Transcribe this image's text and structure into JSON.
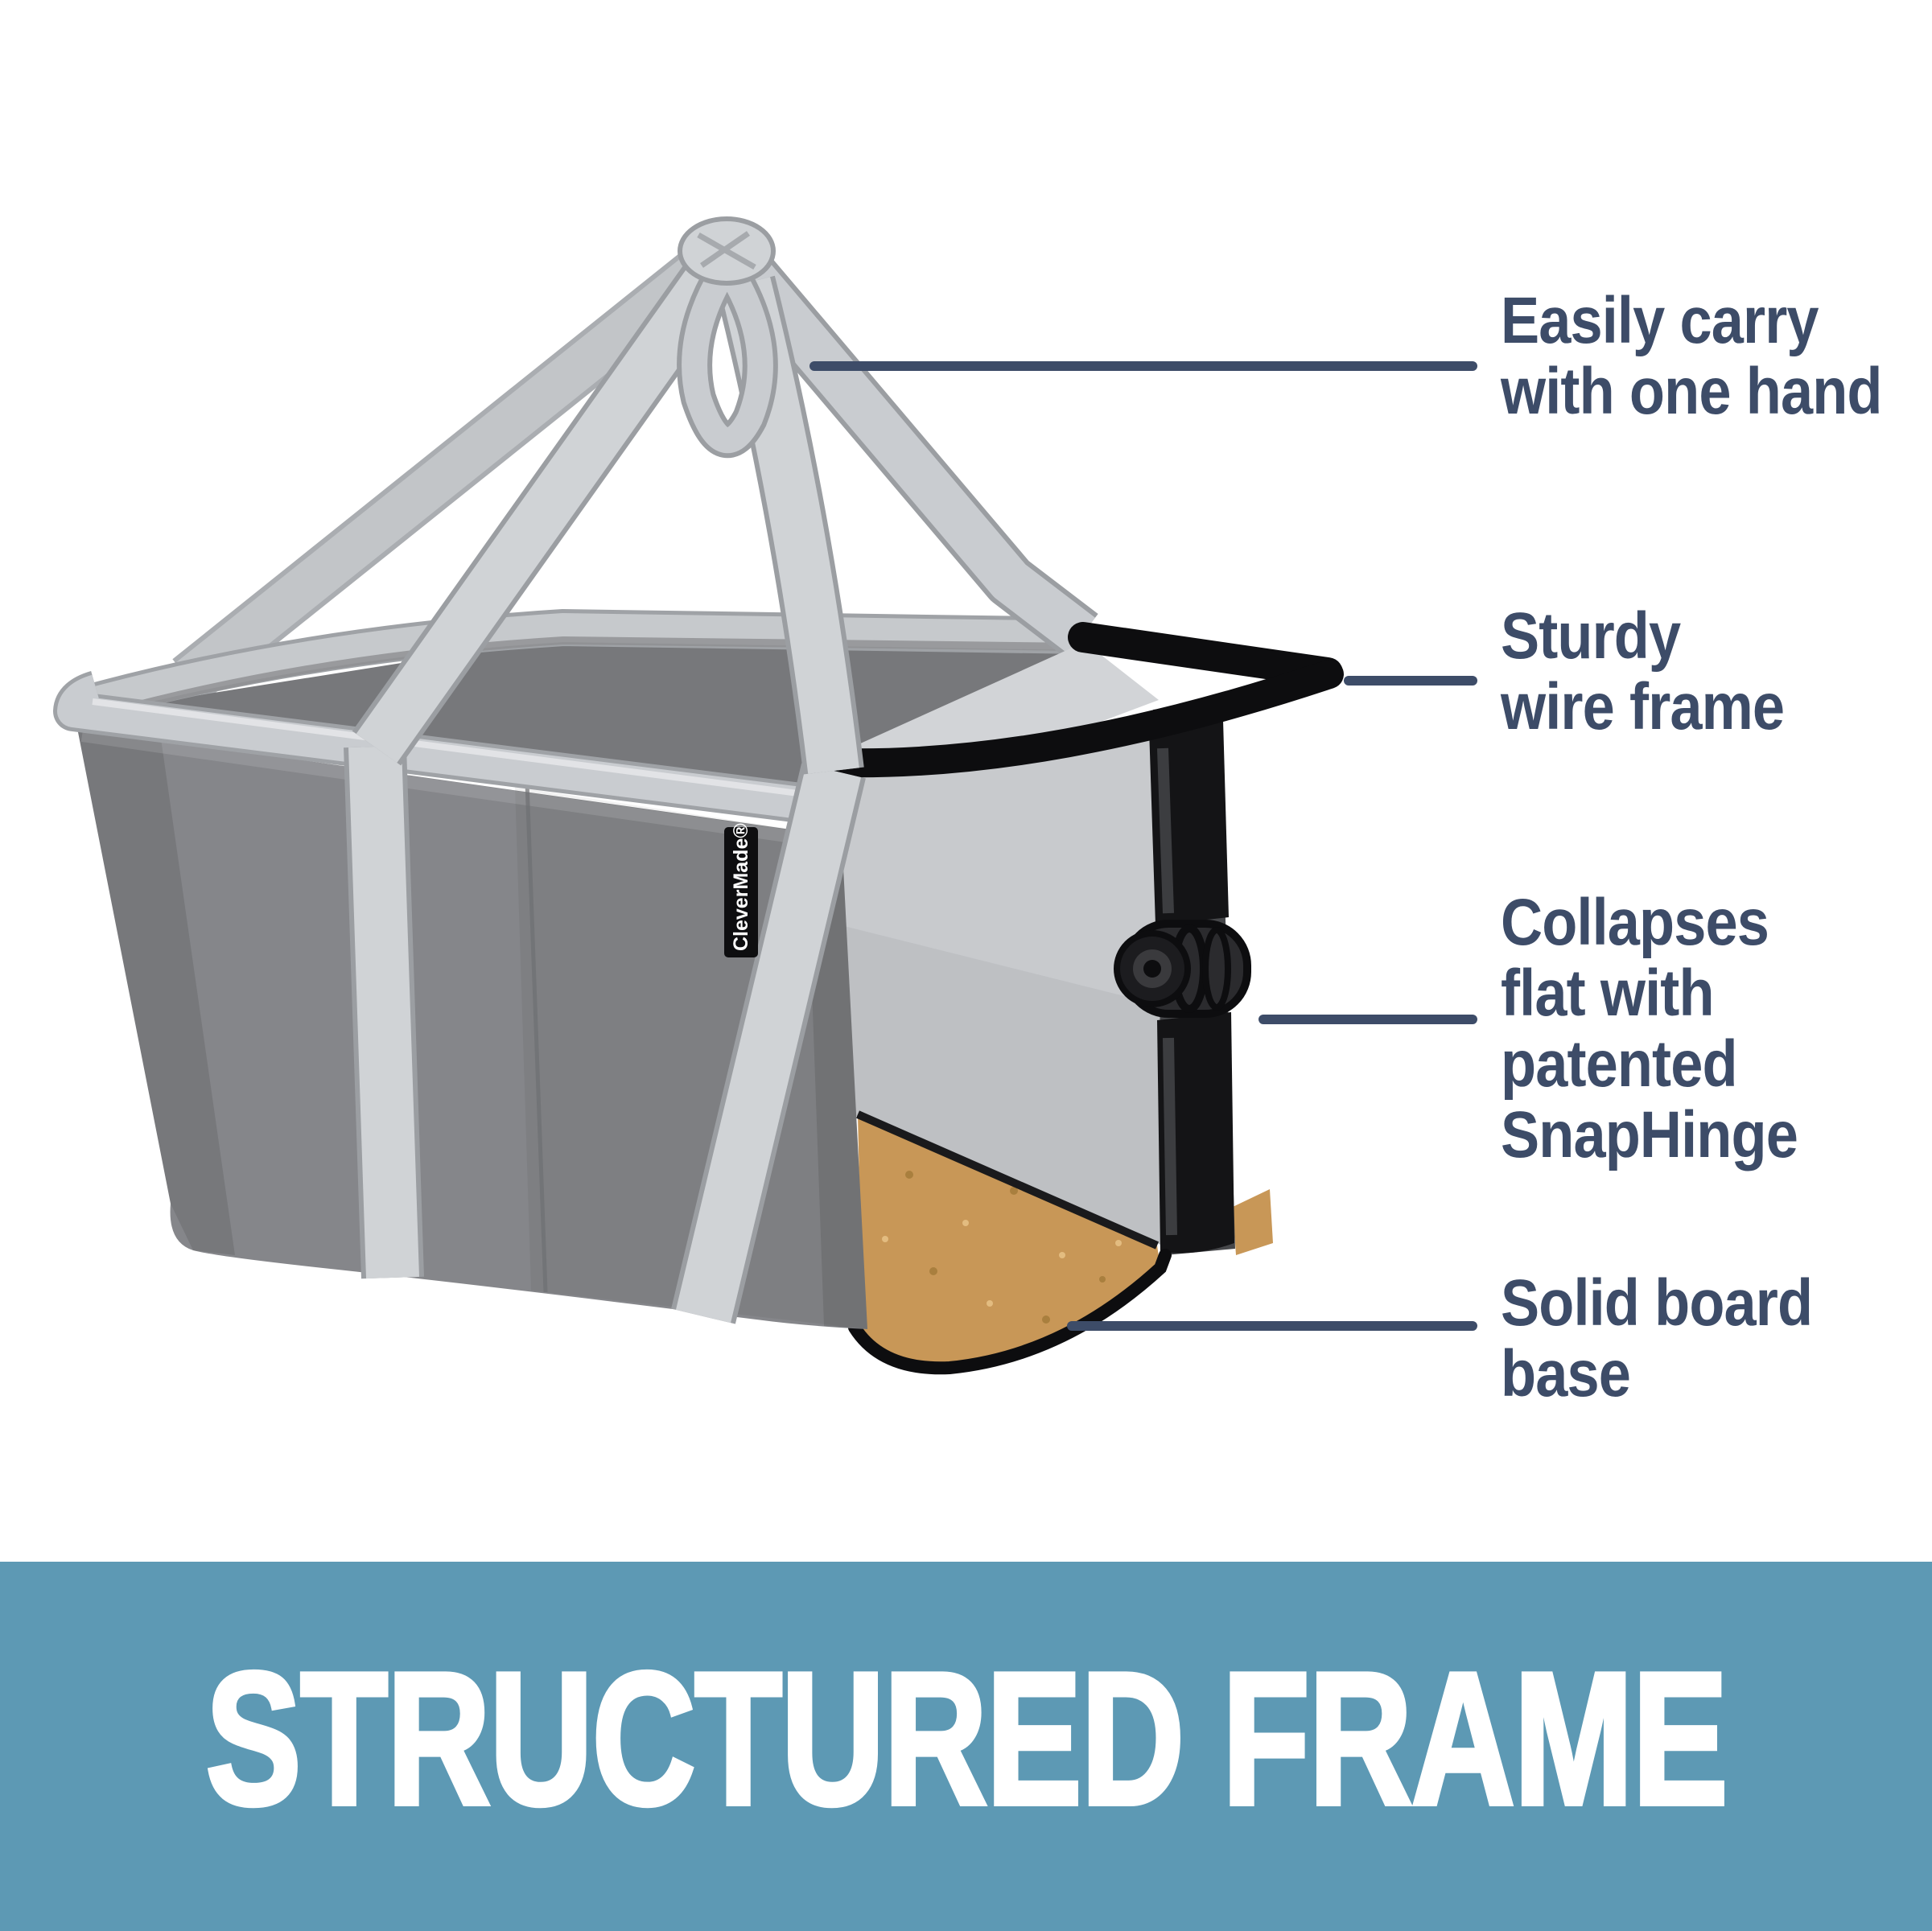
{
  "banner": {
    "title": "STRUCTURED FRAME",
    "background": "#5d99b4",
    "text_color": "#ffffff"
  },
  "callouts": [
    {
      "id": "carry",
      "lines": [
        "Easily carry",
        "with one hand"
      ]
    },
    {
      "id": "wire",
      "lines": [
        "Sturdy",
        "wire frame"
      ]
    },
    {
      "id": "hinge",
      "lines": [
        "Collapses",
        "flat with",
        "patented",
        "SnapHinge"
      ]
    },
    {
      "id": "base",
      "lines": [
        "Solid board",
        "base"
      ]
    }
  ],
  "product": {
    "brand_tag": "CleverMade®"
  },
  "colors": {
    "callout_text": "#3d4c68",
    "leader_line": "#3d4c68",
    "fabric_gray": "#85868a",
    "strap_gray": "#d0d3d6",
    "strap_edge": "#9b9ea2",
    "interior_gray": "#c8cacd",
    "wire_black": "#0d0d0f",
    "board_tan": "#c89757",
    "banner_blue": "#5d99b4"
  }
}
